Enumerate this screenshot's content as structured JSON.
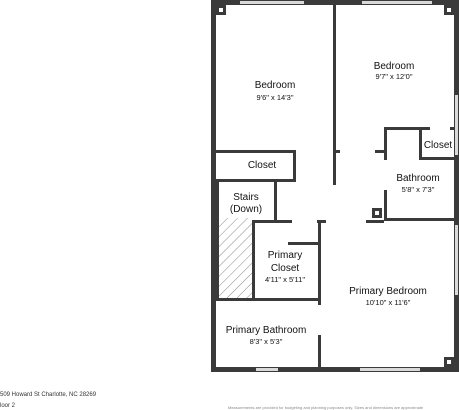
{
  "rooms": {
    "bedroom_left": {
      "name": "Bedroom",
      "dims": "9'6\" x 14'3\""
    },
    "bedroom_right": {
      "name": "Bedroom",
      "dims": "9'7\" x 12'0\""
    },
    "closet_left": {
      "name": "Closet"
    },
    "closet_right": {
      "name": "Closet"
    },
    "bathroom": {
      "name": "Bathroom",
      "dims": "5'8\" x 7'3\""
    },
    "stairs": {
      "line1": "Stairs",
      "line2": "(Down)"
    },
    "primary_closet": {
      "line1": "Primary",
      "line2": "Closet",
      "dims": "4'11\" x 5'11\""
    },
    "primary_bedroom": {
      "name": "Primary Bedroom",
      "dims": "10'10\" x 11'6\""
    },
    "primary_bathroom": {
      "name": "Primary Bathroom",
      "dims": "8'3\" x 5'3\""
    }
  },
  "footer": {
    "address": "509 Howard St Charlotte, NC 28269",
    "floor": "loor 2",
    "disclaimer": "Measurements are provided for budgeting and planning purposes only. Sizes and dimensions are approximate"
  },
  "colors": {
    "wall": "#3a3a3a",
    "floor": "#ffffff",
    "hatch": "#8a8a8a",
    "window": "#d9d9d9"
  }
}
